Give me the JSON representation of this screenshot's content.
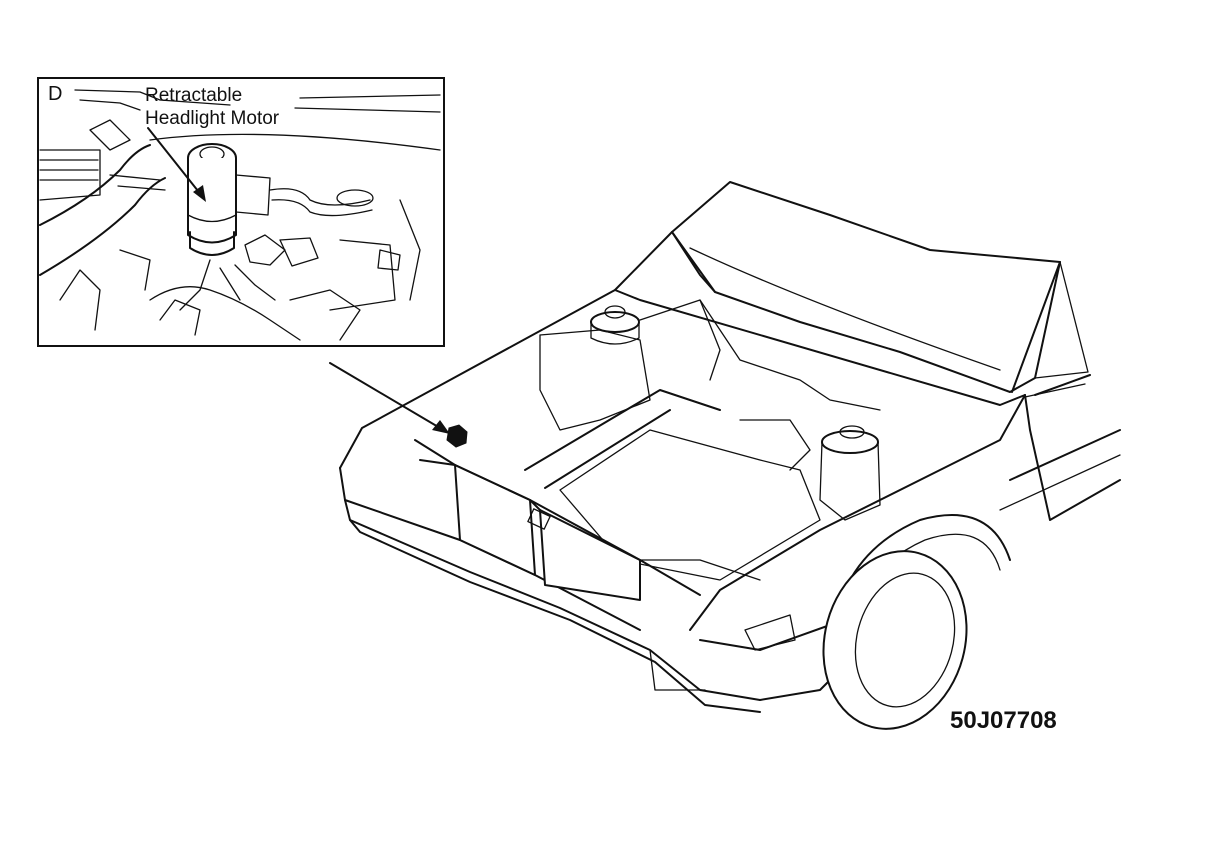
{
  "inset": {
    "view_letter": "D",
    "callout_line1": "Retractable",
    "callout_line2": "Headlight Motor"
  },
  "figure_code": "50J07708"
}
